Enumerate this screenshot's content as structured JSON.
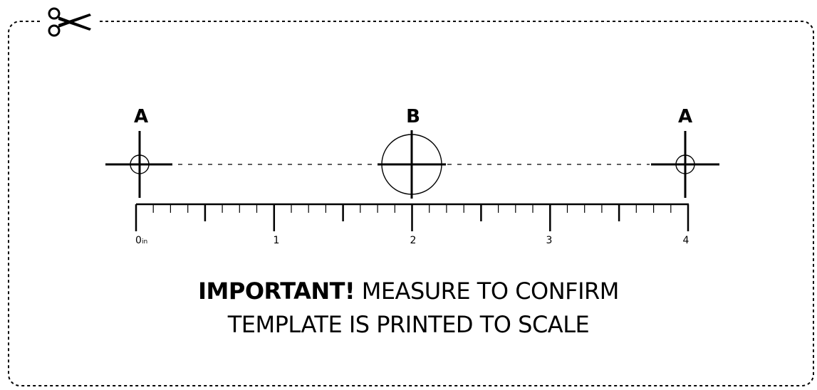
{
  "template": {
    "marks": {
      "left_label": "A",
      "center_label": "B",
      "right_label": "A"
    },
    "ruler": {
      "unit": "in",
      "min": 0,
      "max": 4,
      "labels": [
        "0",
        "1",
        "2",
        "3",
        "4"
      ],
      "subdivisions_per_unit": 8
    },
    "notice": {
      "emphasis": "IMPORTANT!",
      "line1_rest": " MEASURE TO CONFIRM",
      "line2": "TEMPLATE IS PRINTED TO SCALE"
    },
    "icons": {
      "cut_mark": "scissors-icon"
    }
  }
}
